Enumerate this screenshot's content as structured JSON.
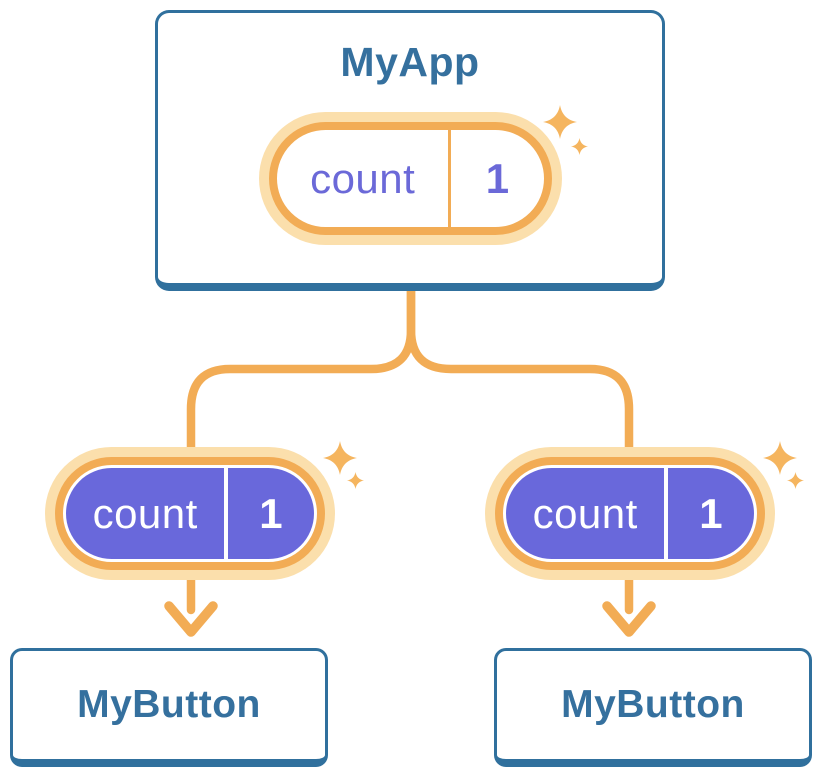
{
  "diagram": {
    "root": {
      "title": "MyApp",
      "state": {
        "name": "count",
        "value": "1"
      }
    },
    "children": [
      {
        "title": "MyButton",
        "state": {
          "name": "count",
          "value": "1"
        }
      },
      {
        "title": "MyButton",
        "state": {
          "name": "count",
          "value": "1"
        }
      }
    ]
  },
  "colors": {
    "card_border_blue": "#30709D",
    "title_text_blue": "#35709E",
    "connector_orange": "#F2AC55",
    "pill_glow_orange": "#FBDFAC",
    "pill_fill_purple": "#6968DB",
    "pill_text_purple": "#6B69D8",
    "sparkle_orange": "#F5B55F"
  },
  "icons": {
    "sparkle": "four-point-star"
  }
}
